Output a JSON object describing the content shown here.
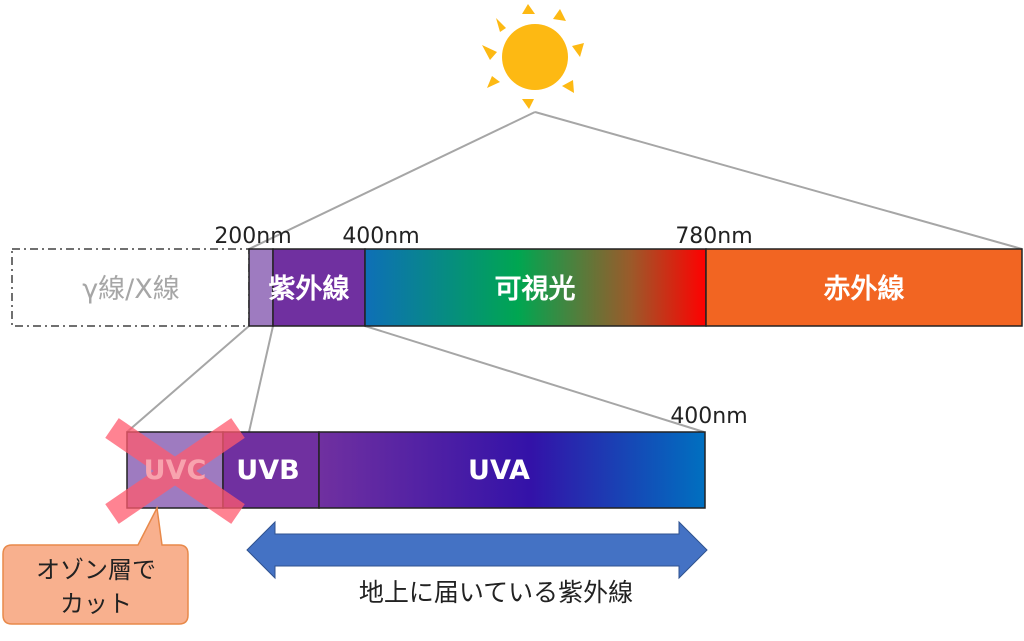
{
  "spectrum": {
    "tick_200": "200nm",
    "tick_400": "400nm",
    "tick_780": "780nm",
    "gamma_x_label": "γ線/X線",
    "uv_label": "紫外線",
    "visible_label": "可視光",
    "infrared_label": "赤外線"
  },
  "uv_breakdown": {
    "tick_400": "400nm",
    "uvc_label": "UVC",
    "uvb_label": "UVB",
    "uva_label": "UVA"
  },
  "callout": {
    "line1": "オゾン層で",
    "line2": "カット"
  },
  "arrow_caption": "地上に届いている紫外線",
  "colors": {
    "sun": "#FDB913",
    "uv_dark": "#7030A0",
    "uv_light": "#9E7BC0",
    "infrared": "#F26522",
    "arrow": "#4472C4",
    "callout_fill": "#F8B08E",
    "callout_border": "#E8894A",
    "cross": "#FF5A6E",
    "guide_line": "#A6A6A6"
  }
}
